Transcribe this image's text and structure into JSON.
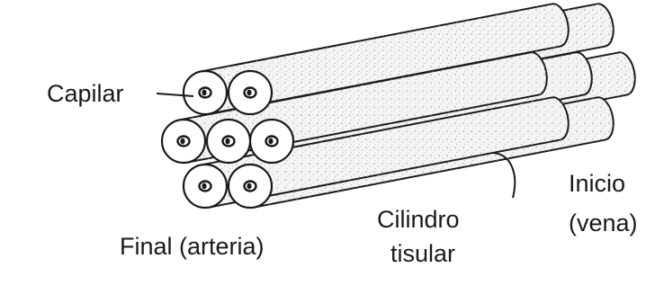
{
  "diagram": {
    "labels": {
      "capilar": "Capilar",
      "final": "Final (arteria)",
      "cilindro_line1": "Cilindro",
      "cilindro_line2": "tisular",
      "inicio_line1": "Inicio",
      "inicio_line2": "(vena)"
    },
    "colors": {
      "stroke": "#1a1a1a",
      "cylinder_fill": "#f4f4f4",
      "end_face_fill": "#ffffff",
      "stipple": "#9a9a9a"
    }
  }
}
